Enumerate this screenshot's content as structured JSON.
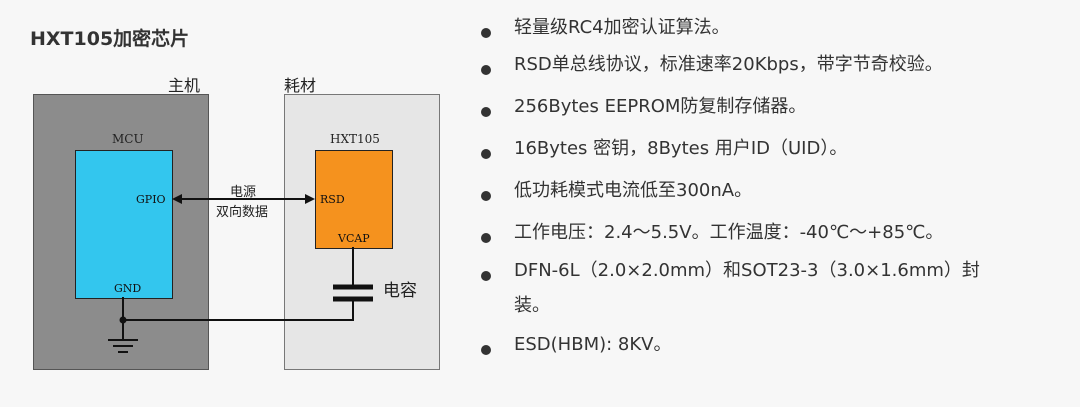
{
  "title": "HXT105加密芯片",
  "diagram": {
    "host_label": "主机",
    "consumable_label": "耗材",
    "mcu_label": "MCU",
    "mcu_gpio": "GPIO",
    "mcu_gnd": "GND",
    "chip_label": "HXT105",
    "chip_rsd": "RSD",
    "chip_vcap": "VCAP",
    "wire_label_1": "电源",
    "wire_label_2": "双向数据",
    "capacitor_label": "电容"
  },
  "features": [
    "轻量级RC4加密认证算法。",
    "RSD单总线协议，标准速率20Kbps，带字节奇校验。",
    "256Bytes EEPROM防复制存储器。",
    "16Bytes 密钥，8Bytes 用户ID（UID）。",
    "低功耗模式电流低至300nA。",
    "工作电压：2.4～5.5V。工作温度：-40℃～+85℃。",
    "DFN-6L（2.0×2.0mm）和SOT23-3（3.0×1.6mm）封",
    "装。",
    "ESD(HBM): 8KV。"
  ]
}
